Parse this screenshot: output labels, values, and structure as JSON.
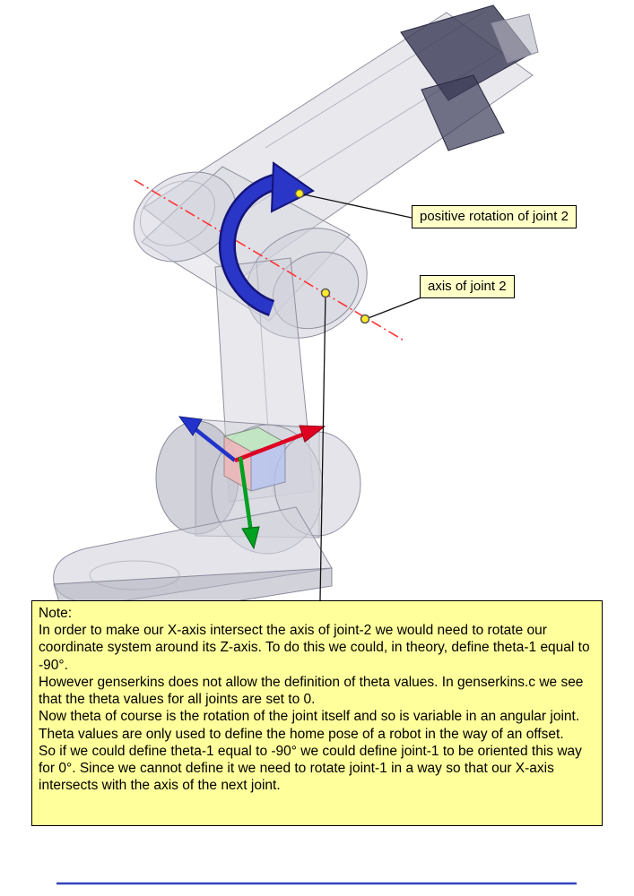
{
  "callouts": {
    "positive_rotation": {
      "label": "positive rotation of joint 2"
    },
    "joint_axis": {
      "label": "axis of joint 2"
    }
  },
  "note": {
    "title": "Note:",
    "paragraphs": [
      "In order to make our X-axis intersect the axis of joint-2 we would need to rotate our coordinate system around its Z-axis. To do this we could, in theory,  define theta-1 equal to -90°.",
      "However genserkins does not allow the definition of theta values. In genserkins.c we see that the theta values for all joints are set to 0.",
      "Now theta of course is the rotation of the joint itself and so is variable in an angular joint. Theta values are only used to define the home pose of a robot in the way of an offset.",
      "So if we could define theta-1 equal to -90° we could define joint-1  to be oriented this way for 0°.  Since we cannot define it we need to rotate joint-1 in a way so that our X-axis intersects with the axis of the next joint."
    ]
  },
  "colors": {
    "page_bg": "#ffffff",
    "note_bg": "#ffff9c",
    "callout_bg": "#ffffc8",
    "border": "#000000",
    "x_axis": "#e00022",
    "y_axis": "#00a020",
    "z_axis": "#2233cc",
    "rotation_arrow": "#2a36c8",
    "joint_axis_line": "#ff3333",
    "marker": "#ffe92a",
    "robot_body": "#d2d2dc",
    "robot_dark_part": "#3c3c58",
    "bottom_rule": "#3344bb"
  }
}
